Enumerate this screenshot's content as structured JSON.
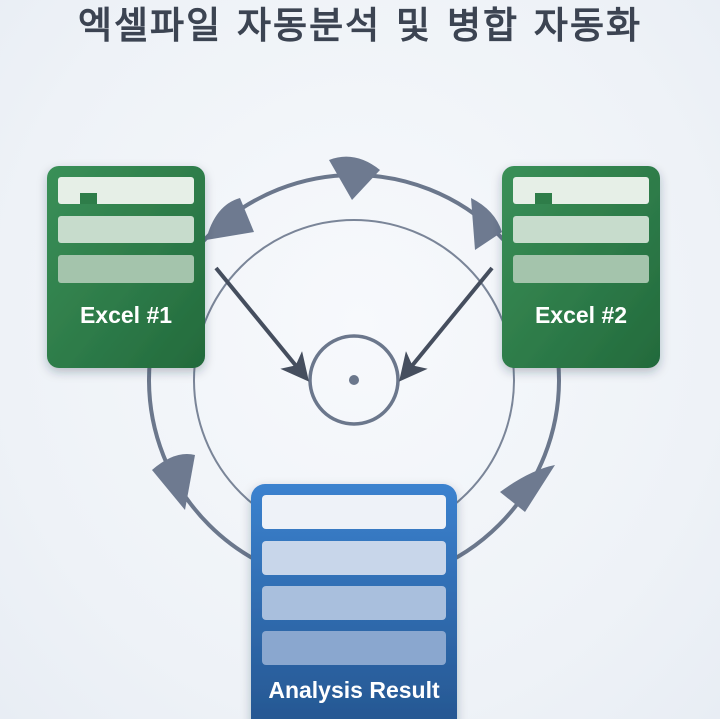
{
  "title": "엑셀파일 자동분석 및 병합 자동화",
  "cards": {
    "excel1": {
      "label": "Excel #1"
    },
    "excel2": {
      "label": "Excel #2"
    },
    "result": {
      "label": "Analysis Result"
    }
  },
  "colors": {
    "title": "#3c4452",
    "excel_green": "#2e7d4a",
    "result_blue": "#2f6fb5",
    "ring": "#6b778c",
    "arrow": "#454e5e"
  }
}
